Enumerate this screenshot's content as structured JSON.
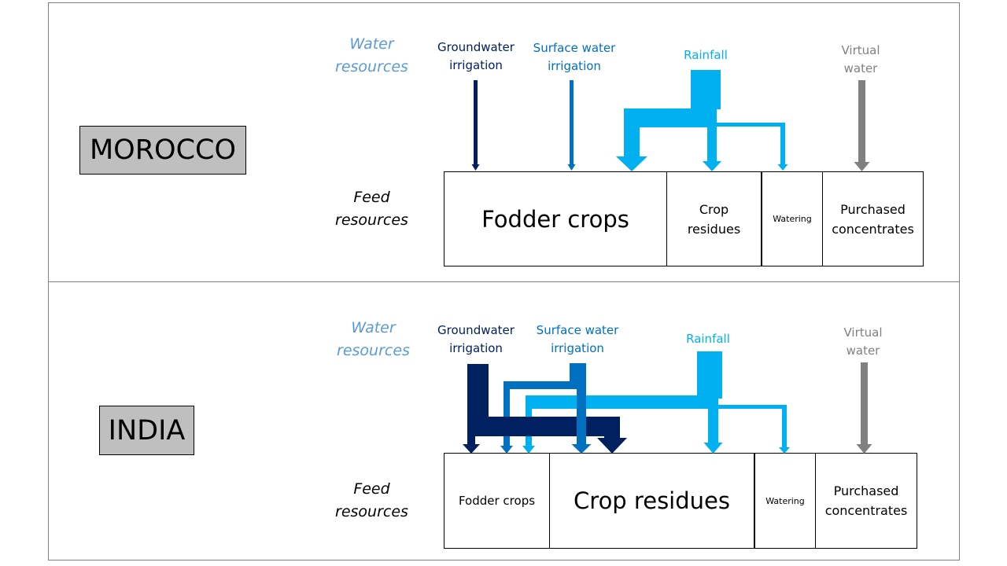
{
  "colors": {
    "groundwater": "#002060",
    "surface": "#0070c0",
    "rainfall": "#00b0f0",
    "virtual": "#808080",
    "water_label": "#5b9bd5",
    "country_fill": "#bfbfbf"
  },
  "panels": [
    {
      "country": "MOROCCO",
      "water_label": [
        "Water",
        "resources"
      ],
      "feed_label": [
        "Feed",
        "resources"
      ],
      "sources": [
        {
          "id": "groundwater",
          "lines": [
            "Groundwater",
            "irrigation"
          ]
        },
        {
          "id": "surface",
          "lines": [
            "Surface water",
            "irrigation"
          ]
        },
        {
          "id": "rainfall",
          "lines": [
            "Rainfall"
          ]
        },
        {
          "id": "virtual",
          "lines": [
            "Virtual",
            "water"
          ]
        }
      ],
      "feeds": [
        {
          "id": "fodder",
          "lines": [
            "Fodder crops"
          ],
          "emphasis": "large"
        },
        {
          "id": "residues",
          "lines": [
            "Crop",
            "residues"
          ],
          "emphasis": "medium"
        },
        {
          "id": "watering",
          "lines": [
            "Watering"
          ],
          "emphasis": "small"
        },
        {
          "id": "concentrates",
          "lines": [
            "Purchased",
            "concentrates"
          ],
          "emphasis": "medium"
        }
      ],
      "flows": [
        {
          "from": "groundwater",
          "to": "fodder",
          "magnitude": "small"
        },
        {
          "from": "surface",
          "to": "fodder",
          "magnitude": "small"
        },
        {
          "from": "rainfall",
          "to": "fodder",
          "magnitude": "large"
        },
        {
          "from": "rainfall",
          "to": "residues",
          "magnitude": "medium"
        },
        {
          "from": "rainfall",
          "to": "watering",
          "magnitude": "small"
        },
        {
          "from": "virtual",
          "to": "concentrates",
          "magnitude": "medium"
        }
      ]
    },
    {
      "country": "INDIA",
      "water_label": [
        "Water",
        "resources"
      ],
      "feed_label": [
        "Feed",
        "resources"
      ],
      "sources": [
        {
          "id": "groundwater",
          "lines": [
            "Groundwater",
            "irrigation"
          ]
        },
        {
          "id": "surface",
          "lines": [
            "Surface water",
            "irrigation"
          ]
        },
        {
          "id": "rainfall",
          "lines": [
            "Rainfall"
          ]
        },
        {
          "id": "virtual",
          "lines": [
            "Virtual",
            "water"
          ]
        }
      ],
      "feeds": [
        {
          "id": "fodder",
          "lines": [
            "Fodder crops"
          ],
          "emphasis": "medium"
        },
        {
          "id": "residues",
          "lines": [
            "Crop residues"
          ],
          "emphasis": "large"
        },
        {
          "id": "watering",
          "lines": [
            "Watering"
          ],
          "emphasis": "small"
        },
        {
          "id": "concentrates",
          "lines": [
            "Purchased",
            "concentrates"
          ],
          "emphasis": "medium"
        }
      ],
      "flows": [
        {
          "from": "groundwater",
          "to": "fodder",
          "magnitude": "medium"
        },
        {
          "from": "groundwater",
          "to": "residues",
          "magnitude": "large"
        },
        {
          "from": "surface",
          "to": "fodder",
          "magnitude": "small"
        },
        {
          "from": "surface",
          "to": "residues",
          "magnitude": "medium"
        },
        {
          "from": "rainfall",
          "to": "fodder",
          "magnitude": "small"
        },
        {
          "from": "rainfall",
          "to": "residues",
          "magnitude": "medium"
        },
        {
          "from": "rainfall",
          "to": "watering",
          "magnitude": "small"
        },
        {
          "from": "virtual",
          "to": "concentrates",
          "magnitude": "medium"
        }
      ]
    }
  ]
}
